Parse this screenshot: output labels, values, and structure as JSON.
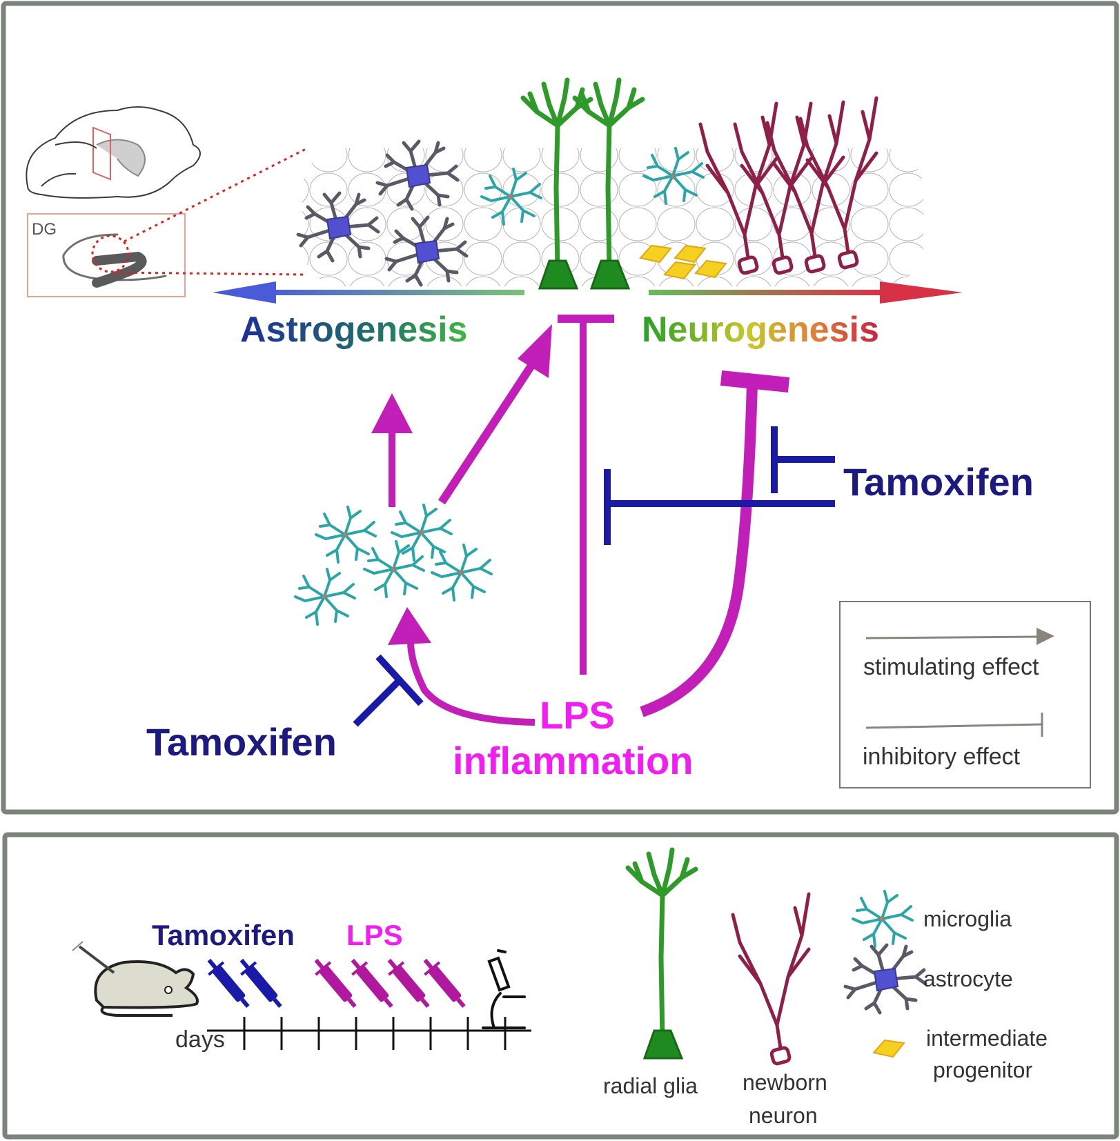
{
  "top_panel": {
    "region_label": "DG",
    "axis_left": "Astrogenesis",
    "axis_right": "Neurogenesis",
    "treatment_right": "Tamoxifen",
    "treatment_left": "Tamoxifen",
    "stimulus_line1": "LPS",
    "stimulus_line2": "inflammation",
    "legend": {
      "stimulating": "stimulating effect",
      "inhibitory": "inhibitory effect"
    }
  },
  "bottom_panel": {
    "tamoxifen_label": "Tamoxifen",
    "lps_label": "LPS",
    "days_label": "days",
    "radial_glia": "radial glia",
    "newborn_neuron_line1": "newborn",
    "newborn_neuron_line2": "neuron",
    "microglia": "microglia",
    "astrocyte": "astrocyte",
    "intermediate_line1": "intermediate",
    "intermediate_line2": "progenitor"
  },
  "colors": {
    "inflammation": "#c21fb8",
    "lps_text": "#f01ef0",
    "tamoxifen": "#1a1aa8",
    "tamoxifen_text": "#1c1a80",
    "radial_glia": "#2e9a2a",
    "newborn_neuron": "#8e2048",
    "microglia": "#2aa6a6",
    "astrocyte_body": "#5a5acc",
    "progenitor": "#f2d21c"
  }
}
